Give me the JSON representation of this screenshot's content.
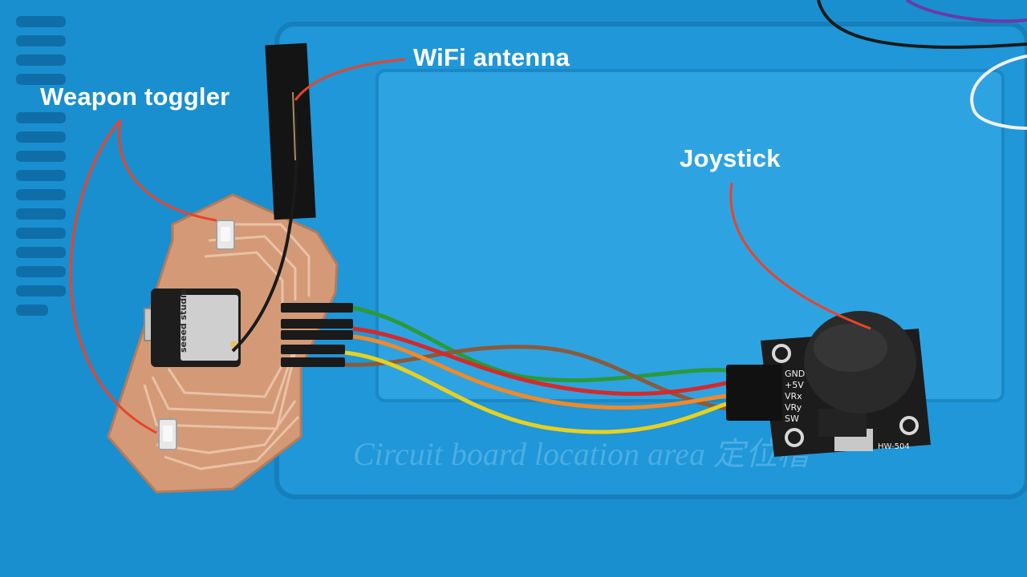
{
  "callouts": {
    "weapon_toggler": "Weapon toggler",
    "wifi_antenna": "WiFi antenna",
    "joystick": "Joystick"
  },
  "mat_text": "Circuit board location area  定位槽",
  "module": {
    "mcu_brand": "seeed studio",
    "joystick_pins": [
      "GND",
      "+5V",
      "VRx",
      "VRy",
      "SW"
    ],
    "joystick_model": "HW-504"
  },
  "colors": {
    "mat_blue": "#1a8fd0",
    "callout_line": "#e8442a",
    "pcb_copper": "#d49a78",
    "wire_green": "#2a9a3a",
    "wire_red": "#d42a2a",
    "wire_orange": "#f08a28",
    "wire_yellow": "#e8d020",
    "wire_brown": "#8a5a3a"
  }
}
